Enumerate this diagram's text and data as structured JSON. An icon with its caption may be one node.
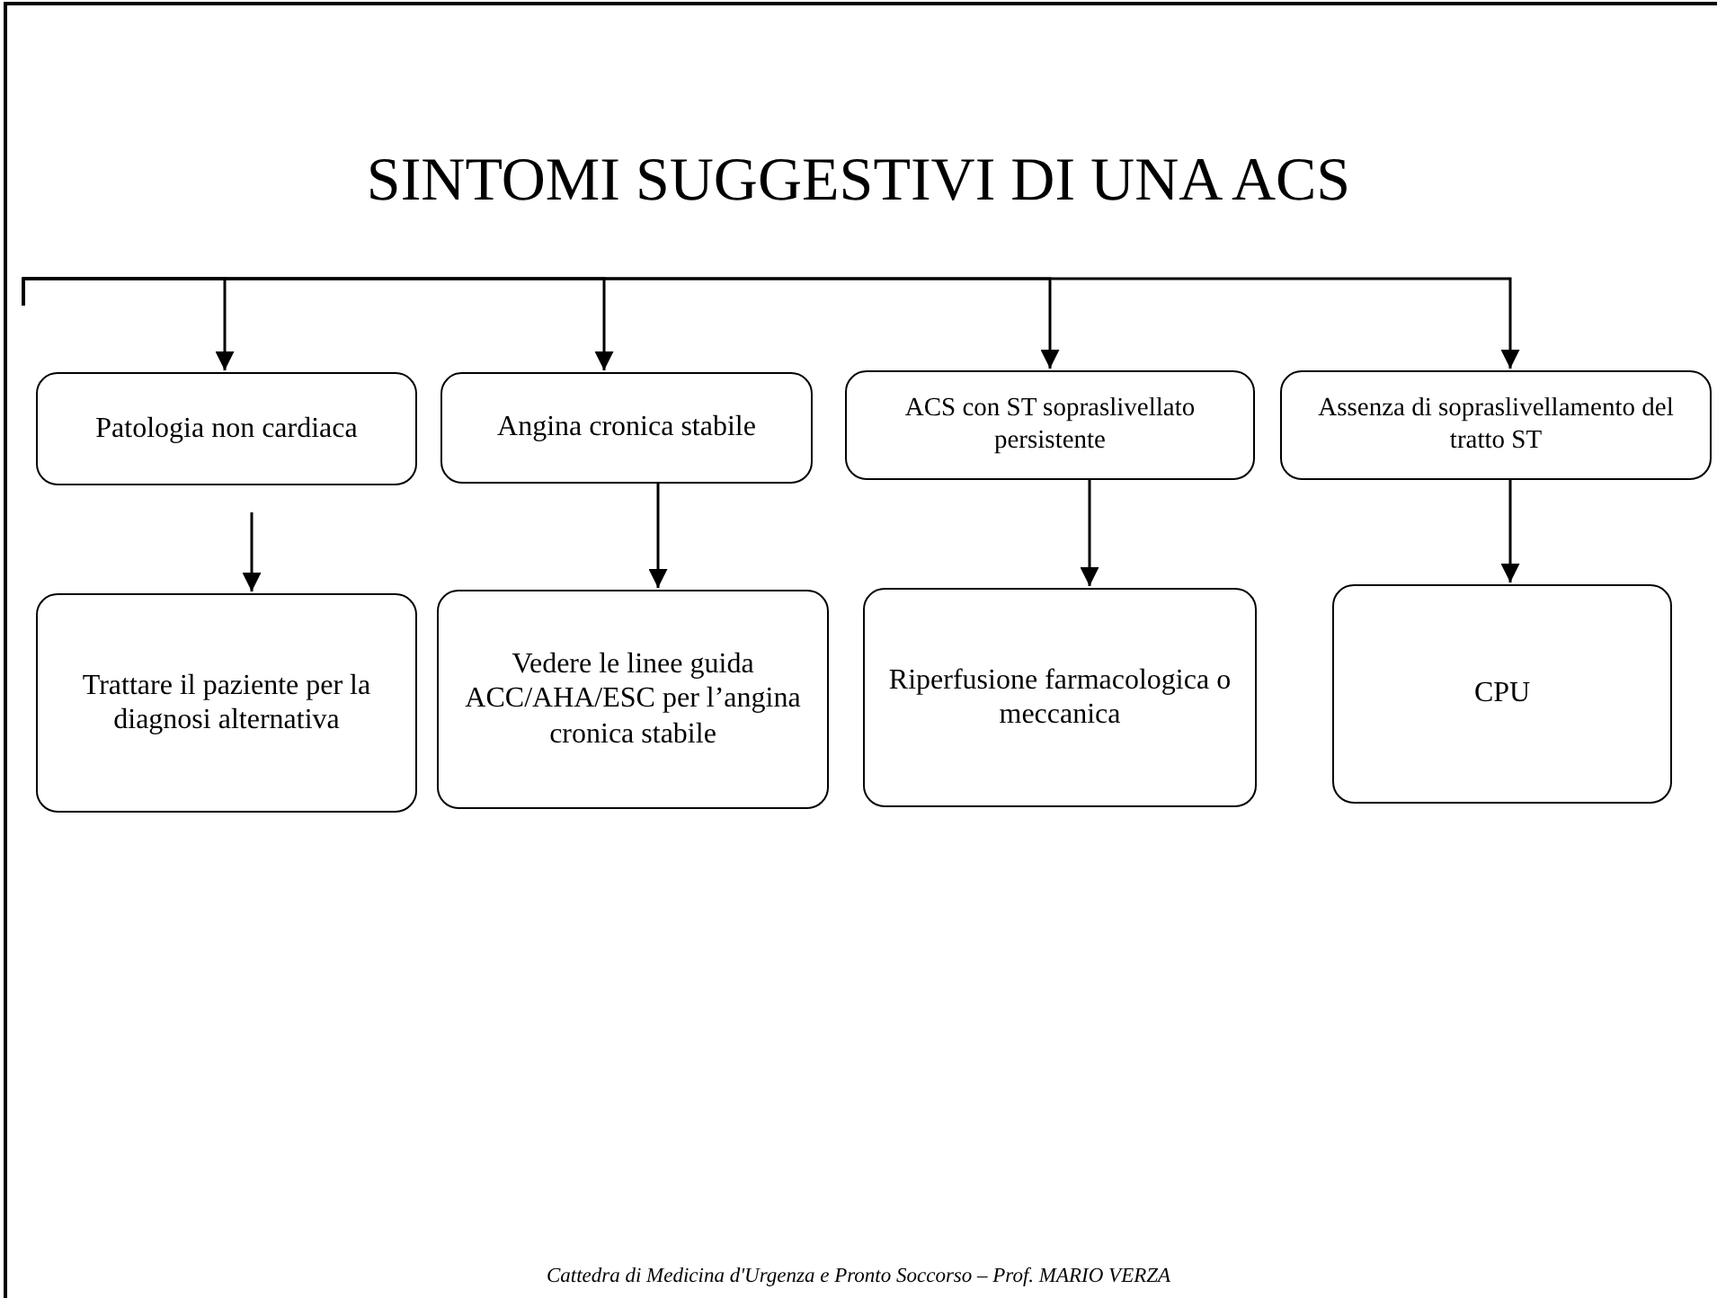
{
  "diagram": {
    "title": "SINTOMI SUGGESTIVI DI UNA ACS",
    "nodes": [
      {
        "text": [
          "Patologia non cardiaca"
        ]
      },
      {
        "text": [
          "Angina cronica stabile"
        ]
      },
      {
        "text": [
          "ACS con ST sopraslivellato persistente"
        ]
      },
      {
        "text": [
          "Assenza di sopraslivellamento del tratto ST"
        ]
      },
      {
        "text": [
          "Trattare il paziente per la diagnosi alternativa"
        ]
      },
      {
        "text": [
          "Vedere le linee guida ACC/AHA/ESC per l’angina cronica stabile"
        ]
      },
      {
        "text": [
          "Riperfusione farmacologica o meccanica"
        ]
      },
      {
        "text": [
          "CPU"
        ]
      }
    ],
    "edges": [
      {
        "from": null,
        "to": 0,
        "arrow": "to"
      },
      {
        "from": null,
        "to": 1,
        "arrow": "to"
      },
      {
        "from": null,
        "to": 2,
        "arrow": "to"
      },
      {
        "from": null,
        "to": 3,
        "arrow": "to"
      },
      {
        "from": 0,
        "to": 4,
        "arrow": "to"
      },
      {
        "from": 1,
        "to": 5,
        "arrow": "to"
      },
      {
        "from": 2,
        "to": 6,
        "arrow": "to"
      },
      {
        "from": 3,
        "to": 7,
        "arrow": "to"
      }
    ],
    "labels": [
      "Cattedra di Medicina d'Urgenza e Pronto Soccorso – Prof. MARIO VERZA"
    ]
  }
}
